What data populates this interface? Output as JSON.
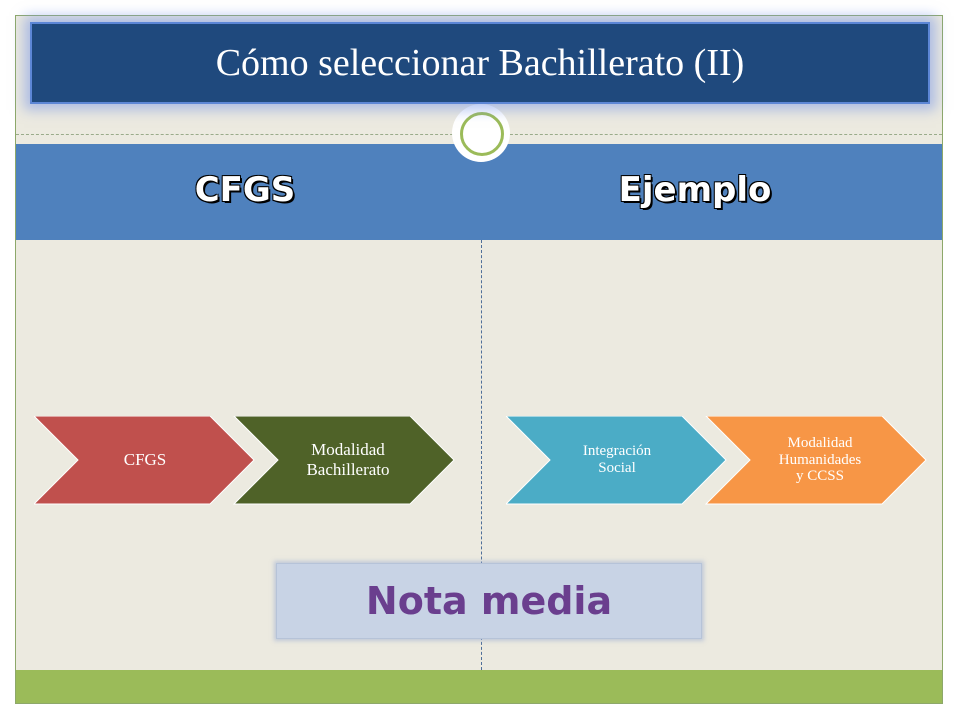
{
  "slide": {
    "title": "Cómo seleccionar Bachillerato (II)"
  },
  "header": {
    "left_label": "CFGS",
    "right_label": "Ejemplo"
  },
  "left_process": {
    "steps": [
      "CFGS",
      "Modalidad\nBachillerato"
    ],
    "colors": [
      "#c0504d",
      "#4f6228"
    ]
  },
  "right_process": {
    "steps": [
      "Integración\nSocial",
      "Modalidad\nHumanidades\ny CCSS"
    ],
    "colors": [
      "#4bacc6",
      "#f79646"
    ]
  },
  "note": {
    "label": "Nota media"
  }
}
